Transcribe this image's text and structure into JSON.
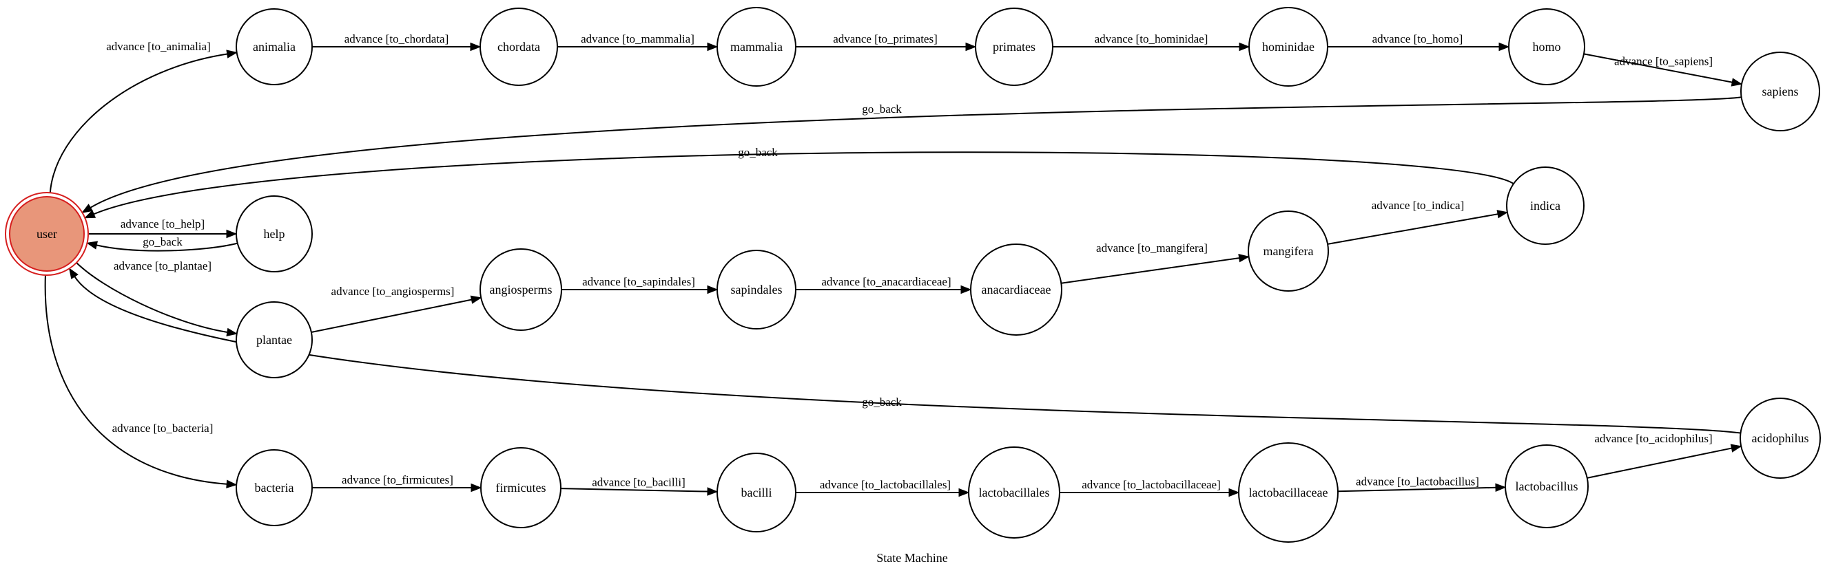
{
  "diagram": {
    "caption": "State Machine",
    "initial_state": "user",
    "colors": {
      "initial_fill": "#e8967a",
      "initial_stroke": "#d61f1f",
      "node_stroke": "#000000",
      "edge": "#000000"
    }
  },
  "states": [
    "user",
    "help",
    "animalia",
    "chordata",
    "mammalia",
    "primates",
    "hominidae",
    "homo",
    "sapiens",
    "plantae",
    "angiosperms",
    "sapindales",
    "anacardiaceae",
    "mangifera",
    "indica",
    "bacteria",
    "firmicutes",
    "bacilli",
    "lactobacillales",
    "lactobacillaceae",
    "lactobacillus",
    "acidophilus"
  ],
  "transitions": [
    {
      "from": "user",
      "to": "animalia",
      "label": "advance [to_animalia]"
    },
    {
      "from": "animalia",
      "to": "chordata",
      "label": "advance [to_chordata]"
    },
    {
      "from": "chordata",
      "to": "mammalia",
      "label": "advance [to_mammalia]"
    },
    {
      "from": "mammalia",
      "to": "primates",
      "label": "advance [to_primates]"
    },
    {
      "from": "primates",
      "to": "hominidae",
      "label": "advance [to_hominidae]"
    },
    {
      "from": "hominidae",
      "to": "homo",
      "label": "advance [to_homo]"
    },
    {
      "from": "homo",
      "to": "sapiens",
      "label": "advance [to_sapiens]"
    },
    {
      "from": "sapiens",
      "to": "user",
      "label": "go_back"
    },
    {
      "from": "indica",
      "to": "user",
      "label": "go_back"
    },
    {
      "from": "user",
      "to": "help",
      "label": "advance [to_help]"
    },
    {
      "from": "help",
      "to": "user",
      "label": "go_back"
    },
    {
      "from": "user",
      "to": "plantae",
      "label": "advance [to_plantae]"
    },
    {
      "from": "plantae",
      "to": "angiosperms",
      "label": "advance [to_angiosperms]"
    },
    {
      "from": "angiosperms",
      "to": "sapindales",
      "label": "advance [to_sapindales]"
    },
    {
      "from": "sapindales",
      "to": "anacardiaceae",
      "label": "advance [to_anacardiaceae]"
    },
    {
      "from": "anacardiaceae",
      "to": "mangifera",
      "label": "advance [to_mangifera]"
    },
    {
      "from": "mangifera",
      "to": "indica",
      "label": "advance [to_indica]"
    },
    {
      "from": "acidophilus",
      "to": "user",
      "label": "go_back"
    },
    {
      "from": "user",
      "to": "bacteria",
      "label": "advance [to_bacteria]"
    },
    {
      "from": "bacteria",
      "to": "firmicutes",
      "label": "advance [to_firmicutes]"
    },
    {
      "from": "firmicutes",
      "to": "bacilli",
      "label": "advance [to_bacilli]"
    },
    {
      "from": "bacilli",
      "to": "lactobacillales",
      "label": "advance [to_lactobacillales]"
    },
    {
      "from": "lactobacillales",
      "to": "lactobacillaceae",
      "label": "advance [to_lactobacillaceae]"
    },
    {
      "from": "lactobacillaceae",
      "to": "lactobacillus",
      "label": "advance [to_lactobacillus]"
    },
    {
      "from": "lactobacillus",
      "to": "acidophilus",
      "label": "advance [to_acidophilus]"
    }
  ]
}
